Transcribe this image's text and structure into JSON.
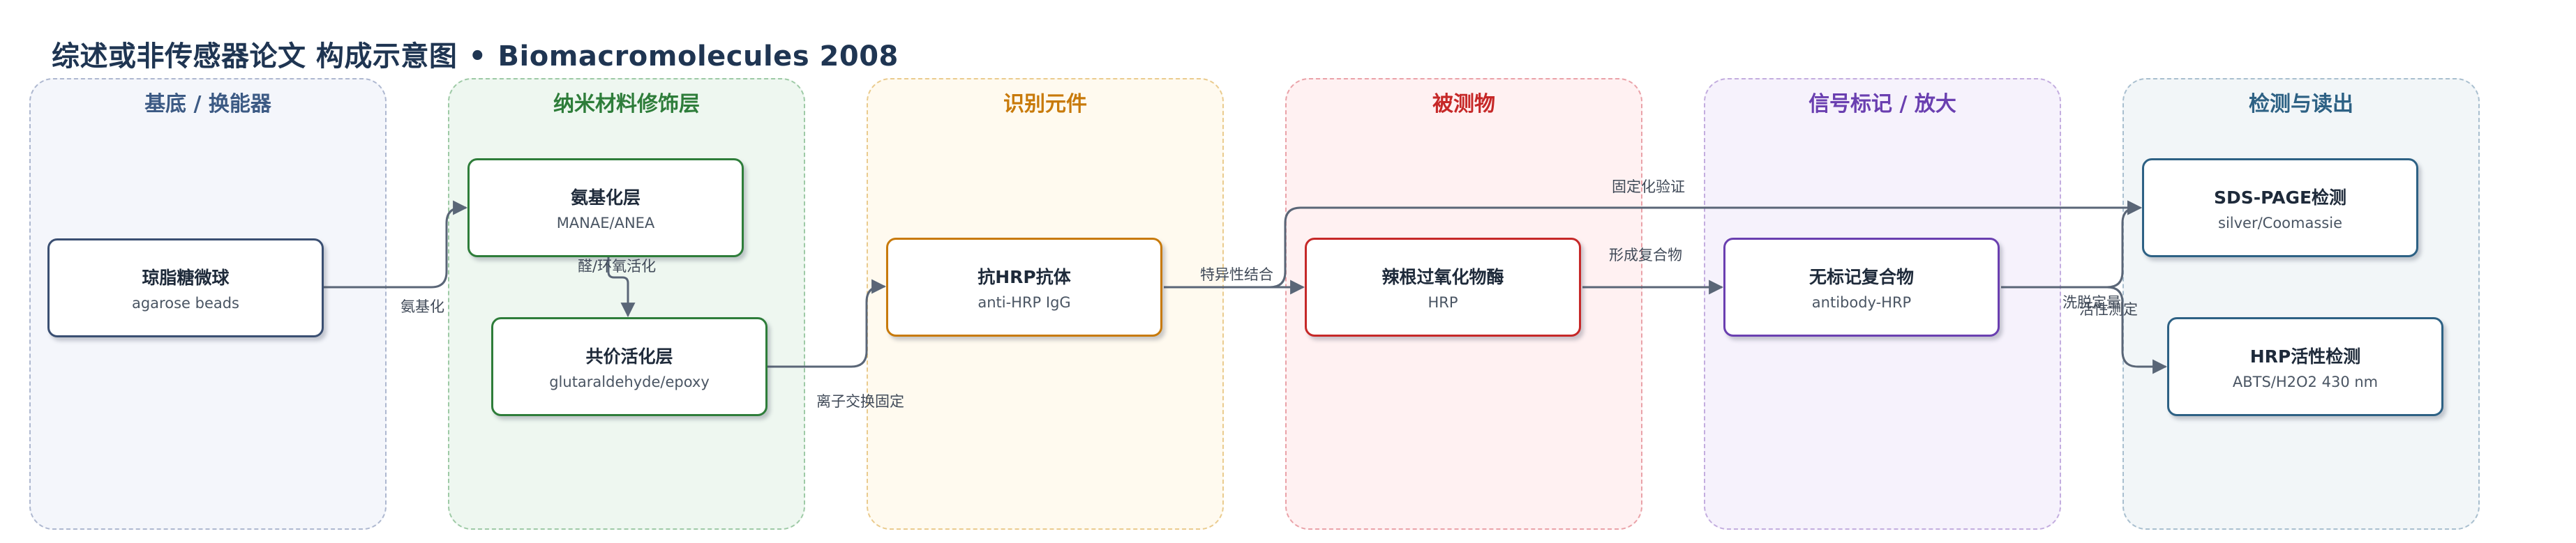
{
  "title": {
    "main": "综述或非传感器论文 构成示意图",
    "separator": "•",
    "journal": "Biomacromolecules 2008"
  },
  "lanes": [
    {
      "title": "基底 / 换能器",
      "color": "#3c5a84",
      "fill": "#f4f6fb",
      "border": "#aeb8d0"
    },
    {
      "title": "纳米材料修饰层",
      "color": "#2e7d3a",
      "fill": "#eef7f0",
      "border": "#9ecaa6"
    },
    {
      "title": "识别元件",
      "color": "#c87a0a",
      "fill": "#fffaef",
      "border": "#eacb8e"
    },
    {
      "title": "被测物",
      "color": "#c62828",
      "fill": "#fff1f2",
      "border": "#eaa2a8"
    },
    {
      "title": "信号标记 / 放大",
      "color": "#6a3fb0",
      "fill": "#f6f2fc",
      "border": "#c3addf"
    },
    {
      "title": "检测与读出",
      "color": "#2d6184",
      "fill": "#f2f6f8",
      "border": "#a9bfcf"
    }
  ],
  "nodes": [
    {
      "id": "agarose",
      "title": "琼脂糖微球",
      "subtitle": "agarose beads",
      "color": "#3a4f72"
    },
    {
      "id": "amine",
      "title": "氨基化层",
      "subtitle": "MANAE/ANEA",
      "color": "#2e7d3a"
    },
    {
      "id": "covalent",
      "title": "共价活化层",
      "subtitle": "glutaraldehyde/epoxy",
      "color": "#2e7d3a"
    },
    {
      "id": "antibody",
      "title": "抗HRP抗体",
      "subtitle": "anti-HRP IgG",
      "color": "#c87a0a"
    },
    {
      "id": "hrp",
      "title": "辣根过氧化物酶",
      "subtitle": "HRP",
      "color": "#c62828"
    },
    {
      "id": "complex",
      "title": "无标记复合物",
      "subtitle": "antibody-HRP",
      "color": "#6a3fb0"
    },
    {
      "id": "sdspage",
      "title": "SDS-PAGE检测",
      "subtitle": "silver/Coomassie",
      "color": "#2d6184"
    },
    {
      "id": "activity",
      "title": "HRP活性检测",
      "subtitle": "ABTS/H2O2 430 nm",
      "color": "#2d6184"
    }
  ],
  "edges": [
    {
      "from": "agarose",
      "to": "amine",
      "label": "氨基化"
    },
    {
      "from": "amine",
      "to": "covalent",
      "label": "醛/环氧活化"
    },
    {
      "from": "covalent",
      "to": "antibody",
      "label": "离子交换固定"
    },
    {
      "from": "antibody",
      "to": "hrp",
      "label": "特异性结合"
    },
    {
      "from": "antibody",
      "to": "sdspage",
      "label": "固定化验证"
    },
    {
      "from": "hrp",
      "to": "complex",
      "label": "形成复合物"
    },
    {
      "from": "complex",
      "to": "sdspage",
      "label": "洗脱定量"
    },
    {
      "from": "complex",
      "to": "activity",
      "label": "活性测定"
    }
  ],
  "edge_color": "#5a6677"
}
